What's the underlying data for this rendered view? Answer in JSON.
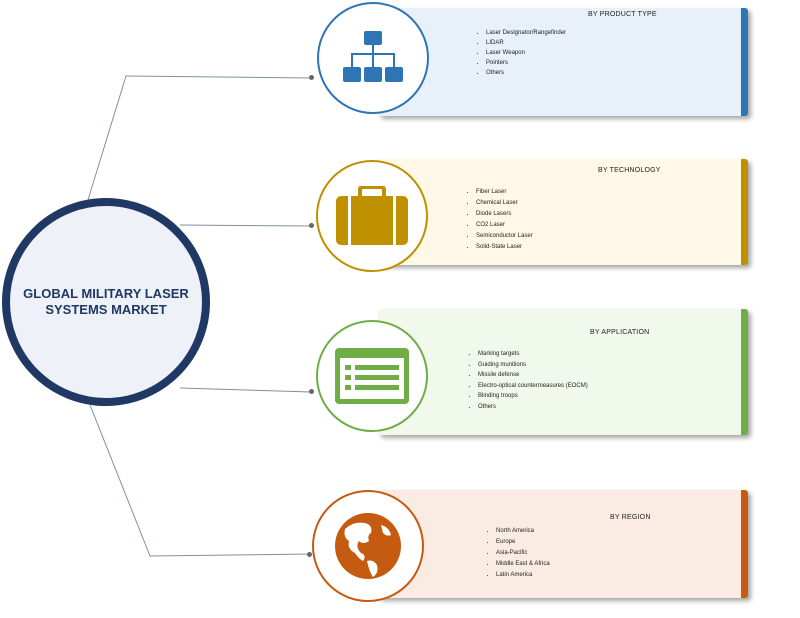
{
  "hub": {
    "title": "GLOBAL MILITARY LASER SYSTEMS MARKET"
  },
  "segments": [
    {
      "title": "BY PRODUCT TYPE",
      "items": [
        "Laser Designator/Rangefinder",
        "LIDAR",
        "Laser Weapon",
        "Pointers",
        "Others"
      ],
      "icon": "org-chart-icon",
      "accent": "#2e75b6",
      "background": "#e8f0fa"
    },
    {
      "title": "BY TECHNOLOGY",
      "items": [
        "Fiber Laser",
        "Chemical Laser",
        "Diode Lasers",
        "CO2 Laser",
        "Semiconductor Laser",
        "Solid-State Laser"
      ],
      "icon": "briefcase-icon",
      "accent": "#bf9000",
      "background": "#fff8e6"
    },
    {
      "title": "BY APPLICATION",
      "items": [
        "Marking targets",
        "Guiding munitions",
        "Missile defense",
        "Electro-optical countermeasures (EOCM)",
        "Blinding troops",
        "Others"
      ],
      "icon": "form-list-icon",
      "accent": "#70ad47",
      "background": "#f1f8ec"
    },
    {
      "title": "BY REGION",
      "items": [
        "North America",
        "Europe",
        "Asia-Pacific",
        "Middle East & Africa",
        "Latin America"
      ],
      "icon": "globe-icon",
      "accent": "#c55a11",
      "background": "#fbece3"
    }
  ]
}
